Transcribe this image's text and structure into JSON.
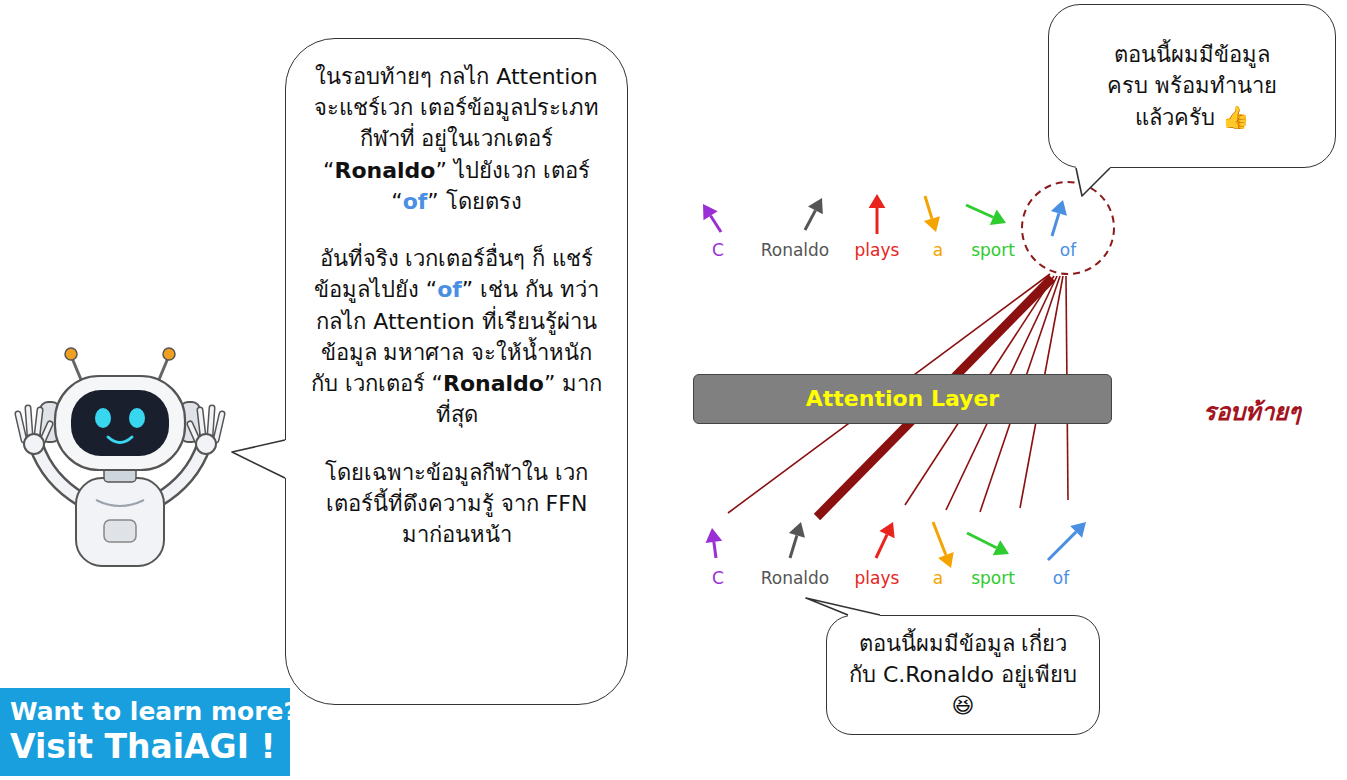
{
  "diagram": {
    "nodes": [
      {
        "text": [
          "ในรอบท้ายๆ กลไก Attention จะแชร์เวก เตอร์ข้อมูลประเภทกีฬาที่ อยู่ในเวกเตอร์ “Ronaldo” ไปยังเวก เตอร์ “of” โดยตรง",
          "อันที่จริง เวกเตอร์อื่นๆ ก็ แชร์ข้อมูลไปยัง “of” เช่น กัน ทว่ากลไก Attention ที่เรียนรู้ผ่านข้อมูล มหาศาล จะให้น้ำหนักกับ เวกเตอร์ “Ronaldo” มากที่สุด",
          "โดยเฉพาะข้อมูลกีฬาใน เวกเตอร์นี้ที่ดึงความรู้ จาก FFN มาก่อนหน้า"
        ]
      },
      {
        "text": [
          "ตอนนี้ผมมีข้อมูล ครบ พร้อมทำนาย แล้วครับ 👍"
        ]
      },
      {
        "text": [
          "of"
        ]
      },
      {
        "text": [
          "Attention Layer"
        ]
      },
      {
        "text": [
          "ตอนนี้ผมมีข้อมูล เกี่ยวกับ C.Ronaldo อยู่เพียบ 😆"
        ]
      },
      {
        "text": [
          "Want to learn more?",
          "Visit ThaiAGI !"
        ]
      }
    ],
    "labels": [
      "C",
      "Ronaldo",
      "plays",
      "a",
      "sport",
      "C",
      "Ronaldo",
      "plays",
      "a",
      "sport",
      "of",
      "รอบท้ายๆ"
    ]
  }
}
